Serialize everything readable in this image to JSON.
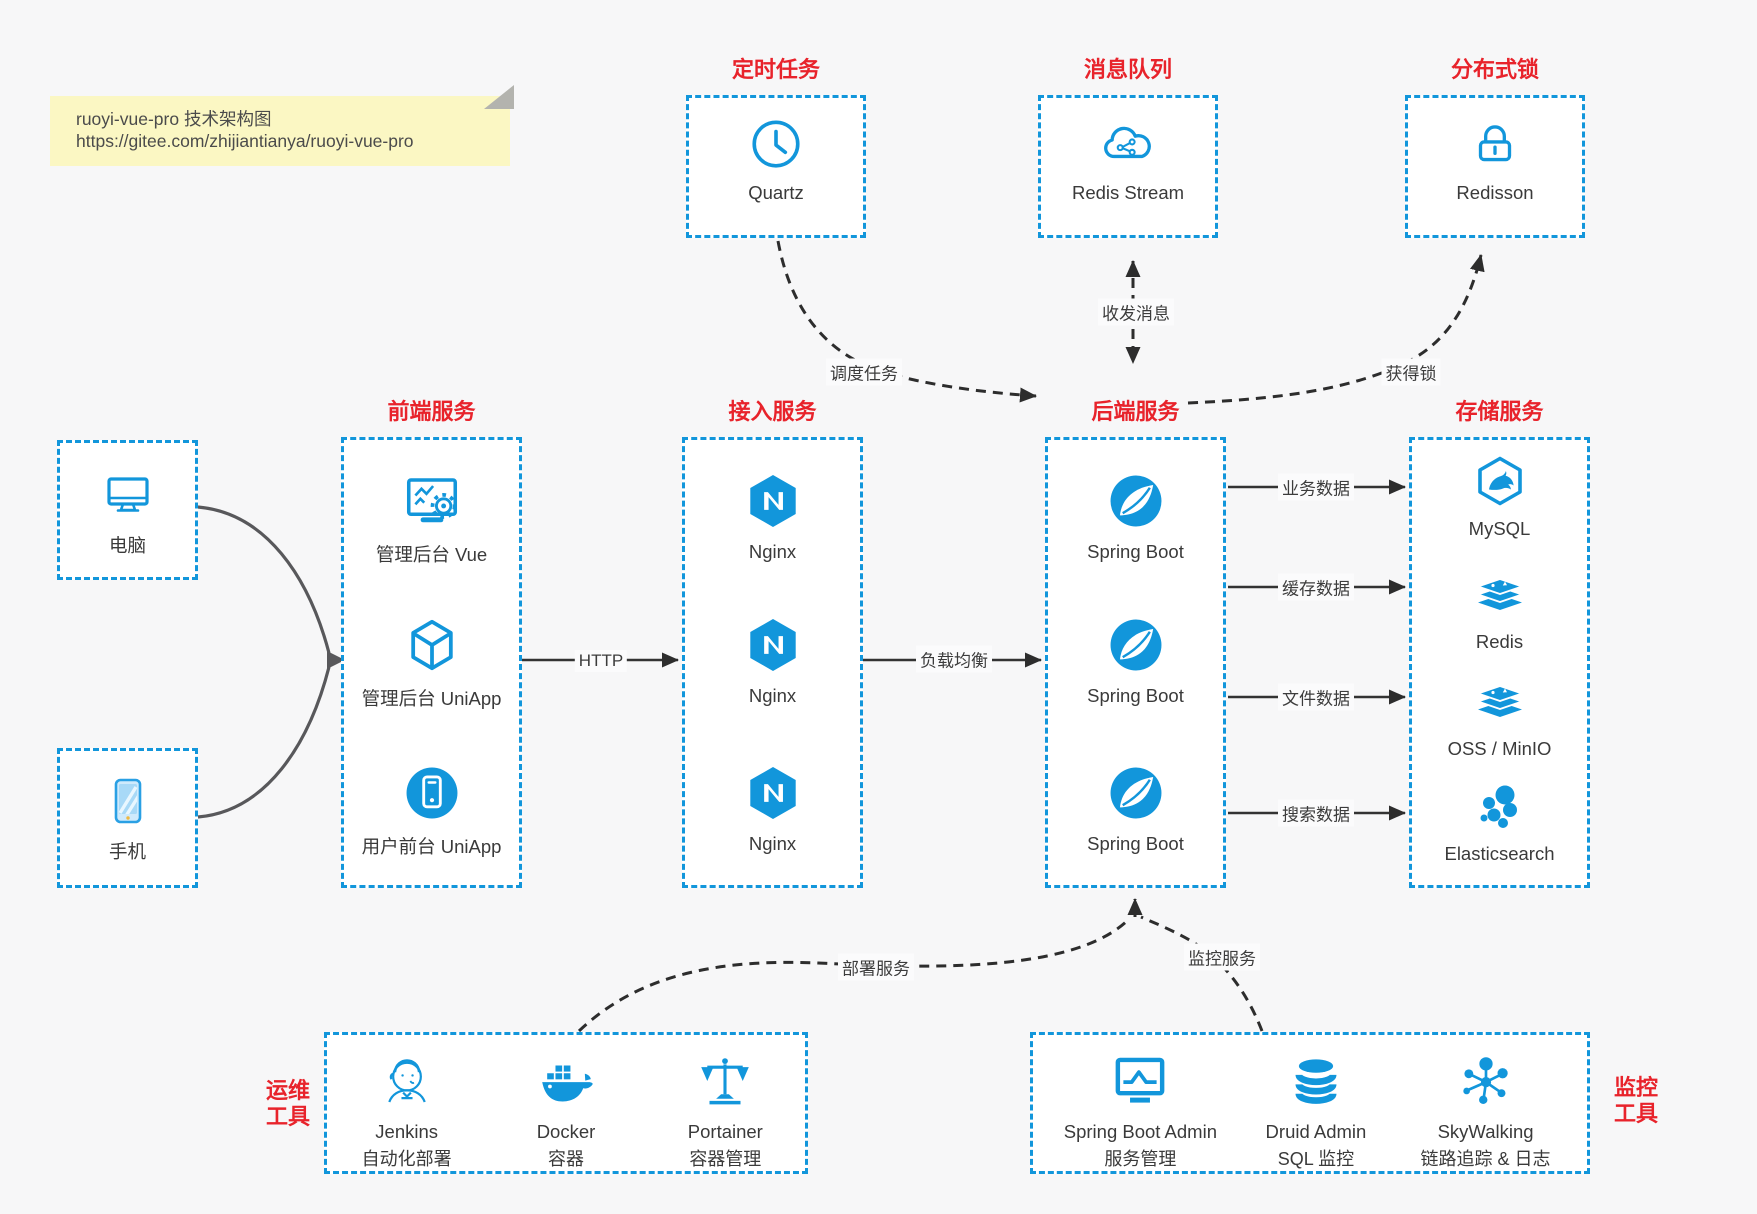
{
  "note": {
    "line1": "ruoyi-vue-pro 技术架构图",
    "line2": "https://gitee.com/zhijiantianya/ruoyi-vue-pro"
  },
  "colors": {
    "accent_blue": "#1296db",
    "title_red": "#e8232b",
    "note_bg": "#fbf7c3",
    "canvas_bg": "#f7f7f8",
    "arrow_dark": "#2d2d2d"
  },
  "groups": {
    "scheduled": {
      "title": "定时任务",
      "items": [
        {
          "label": "Quartz",
          "icon": "clock-icon"
        }
      ]
    },
    "mq": {
      "title": "消息队列",
      "items": [
        {
          "label": "Redis Stream",
          "icon": "cloud-stream-icon"
        }
      ]
    },
    "lock": {
      "title": "分布式锁",
      "items": [
        {
          "label": "Redisson",
          "icon": "lock-icon"
        }
      ]
    },
    "clients": {
      "items": [
        {
          "label": "电脑",
          "icon": "desktop-icon"
        },
        {
          "label": "手机",
          "icon": "phone-icon"
        }
      ]
    },
    "frontend": {
      "title": "前端服务",
      "items": [
        {
          "label": "管理后台 Vue",
          "icon": "admin-vue-icon"
        },
        {
          "label": "管理后台 UniApp",
          "icon": "uniapp-cube-icon"
        },
        {
          "label": "用户前台 UniApp",
          "icon": "userapp-phone-icon"
        }
      ]
    },
    "gateway": {
      "title": "接入服务",
      "items": [
        {
          "label": "Nginx",
          "icon": "nginx-icon"
        },
        {
          "label": "Nginx",
          "icon": "nginx-icon"
        },
        {
          "label": "Nginx",
          "icon": "nginx-icon"
        }
      ]
    },
    "backend": {
      "title": "后端服务",
      "items": [
        {
          "label": "Spring Boot",
          "icon": "spring-boot-icon"
        },
        {
          "label": "Spring Boot",
          "icon": "spring-boot-icon"
        },
        {
          "label": "Spring Boot",
          "icon": "spring-boot-icon"
        }
      ]
    },
    "storage": {
      "title": "存储服务",
      "items": [
        {
          "label": "MySQL",
          "icon": "mysql-icon"
        },
        {
          "label": "Redis",
          "icon": "redis-icon"
        },
        {
          "label": "OSS / MinIO",
          "icon": "oss-minio-icon"
        },
        {
          "label": "Elasticsearch",
          "icon": "elasticsearch-icon"
        }
      ]
    },
    "ops": {
      "side_label": [
        "运维",
        "工具"
      ],
      "items": [
        {
          "label": "Jenkins",
          "sub": "自动化部署",
          "icon": "jenkins-icon"
        },
        {
          "label": "Docker",
          "sub": "容器",
          "icon": "docker-icon"
        },
        {
          "label": "Portainer",
          "sub": "容器管理",
          "icon": "portainer-icon"
        }
      ]
    },
    "monitoring": {
      "side_label": [
        "监控",
        "工具"
      ],
      "items": [
        {
          "label": "Spring Boot Admin",
          "sub": "服务管理",
          "icon": "spring-boot-admin-icon"
        },
        {
          "label": "Druid Admin",
          "sub": "SQL 监控",
          "icon": "druid-icon"
        },
        {
          "label": "SkyWalking",
          "sub": "链路追踪 & 日志",
          "icon": "skywalking-icon"
        }
      ]
    }
  },
  "edges": {
    "http": "HTTP",
    "load_balance": "负载均衡",
    "business_data": "业务数据",
    "cache_data": "缓存数据",
    "file_data": "文件数据",
    "search_data": "搜索数据",
    "schedule_task": "调度任务",
    "send_receive_message": "收发消息",
    "acquire_lock": "获得锁",
    "deploy_service": "部署服务",
    "monitor_service": "监控服务"
  }
}
